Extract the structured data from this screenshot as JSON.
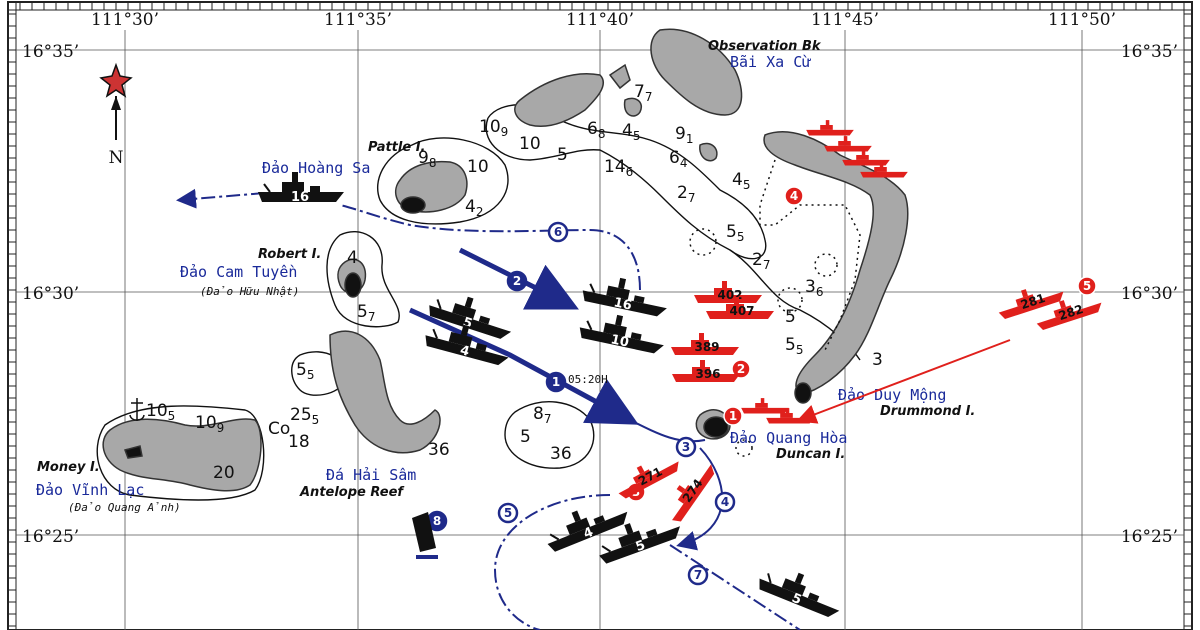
{
  "colors": {
    "blue": "#1f2a8a",
    "red": "#e0201c",
    "reef_fill": "#a8a8a8",
    "text_blue": "#1a2a9a"
  },
  "longitudes": [
    "111°30’",
    "111°35’",
    "111°40’",
    "111°45’",
    "111°50’"
  ],
  "latitudes_left": [
    "16°35’",
    "16°30’",
    "16°25’"
  ],
  "latitudes_right": [
    "16°35’",
    "16°30’",
    "16°25’"
  ],
  "compass": {
    "label": "N",
    "icon": "north-star-arrow-icon"
  },
  "islands": {
    "pattle": {
      "en": "Pattle I.",
      "vi": "Đảo Hoàng Sa"
    },
    "robert": {
      "en": "Robert I.",
      "vi": "Đảo Cam Tuyền",
      "alt": "(Đảo Hữu Nhật)"
    },
    "money": {
      "en": "Money I.",
      "vi": "Đảo Vĩnh Lạc",
      "alt": "(Đảo Quang Ảnh)"
    },
    "antelope": {
      "en": "Antelope Reef",
      "vi": "Đá Hải Sâm"
    },
    "observation": {
      "en": "Observation Bk",
      "vi": "Bãi Xa Cừ"
    },
    "drummond": {
      "en": "Drummond I.",
      "vi": "Đảo Duy Mộng"
    },
    "duncan": {
      "en": "Duncan I.",
      "vi": "Đảo Quang Hòa"
    }
  },
  "depths": [
    {
      "big": "10",
      "small": "9"
    },
    {
      "big": "10",
      "small": ""
    },
    {
      "big": "5",
      "small": ""
    },
    {
      "big": "6",
      "small": "8"
    },
    {
      "big": "4",
      "small": "5"
    },
    {
      "big": "7",
      "small": "7"
    },
    {
      "big": "9",
      "small": "1"
    },
    {
      "big": "6",
      "small": "4"
    },
    {
      "big": "4",
      "small": "5"
    },
    {
      "big": "14",
      "small": "6"
    },
    {
      "big": "2",
      "small": "7"
    },
    {
      "big": "5",
      "small": "5"
    },
    {
      "big": "2",
      "small": "7"
    },
    {
      "big": "3",
      "small": "6"
    },
    {
      "big": "5",
      "small": ""
    },
    {
      "big": "5",
      "small": "5"
    },
    {
      "big": "3",
      "small": ""
    },
    {
      "big": "9",
      "small": "8"
    },
    {
      "big": "10",
      "small": ""
    },
    {
      "big": "4",
      "small": "2"
    },
    {
      "big": "4",
      "small": ""
    },
    {
      "big": "5",
      "small": "7"
    },
    {
      "big": "5",
      "small": "5"
    },
    {
      "big": "25",
      "small": "5"
    },
    {
      "big": "18",
      "small": ""
    },
    {
      "big": "36",
      "small": ""
    },
    {
      "big": "10",
      "small": "5"
    },
    {
      "big": "10",
      "small": "9"
    },
    {
      "big": "20",
      "small": ""
    },
    {
      "big": "8",
      "small": "7"
    },
    {
      "big": "5",
      "small": ""
    },
    {
      "big": "36",
      "small": ""
    },
    {
      "big": "Co",
      "small": ""
    }
  ],
  "time_label": "05:20H",
  "blue_steps": [
    "1",
    "2",
    "3",
    "4",
    "5",
    "6",
    "7",
    "8"
  ],
  "red_steps": [
    "1",
    "2",
    "3",
    "4",
    "5"
  ],
  "blue_ships": [
    "16",
    "5",
    "4",
    "16",
    "10",
    "4",
    "5",
    "5"
  ],
  "red_ship_hulls": [
    "402",
    "407",
    "389",
    "396",
    "271",
    "274",
    "281",
    "282"
  ]
}
